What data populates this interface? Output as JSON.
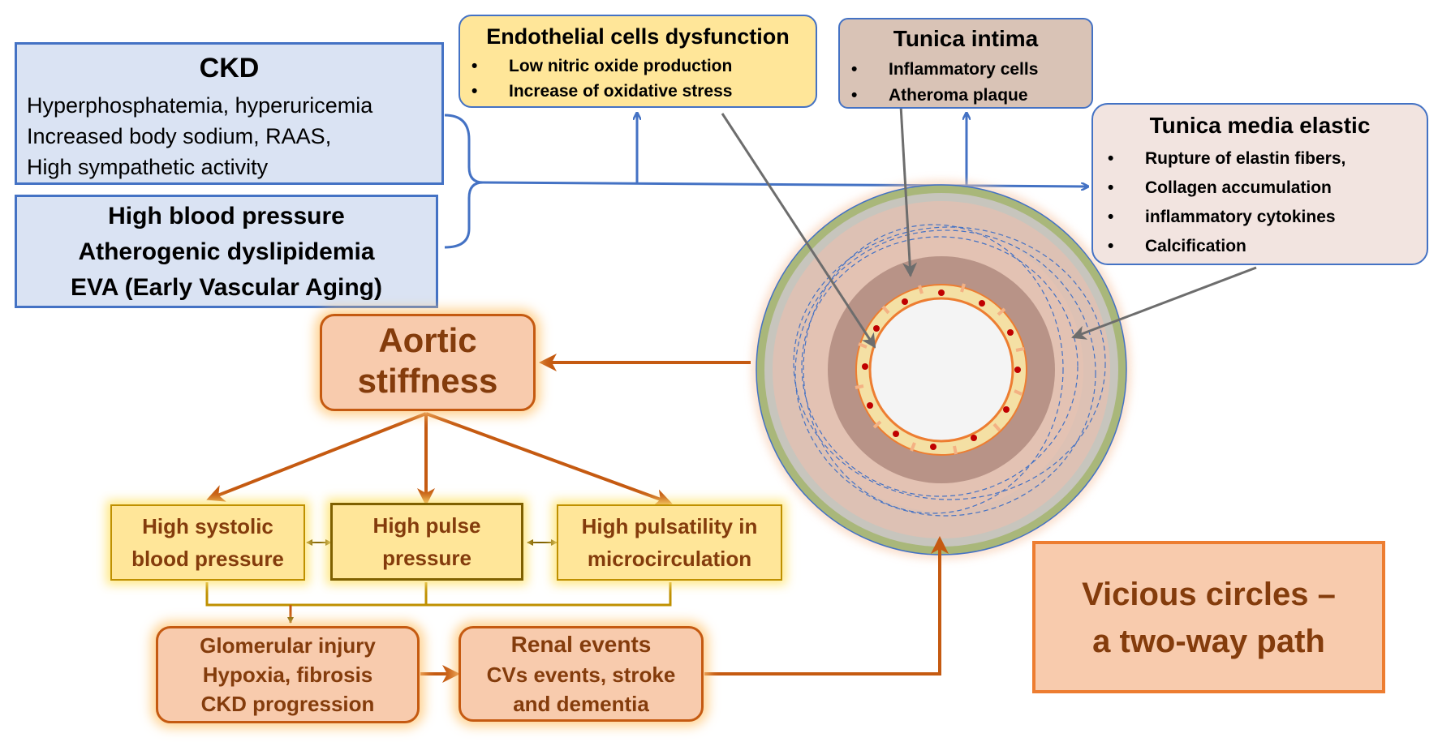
{
  "ckd_box": {
    "title": "CKD",
    "lines": [
      "Hyperphosphatemia, hyperuricemia",
      "Increased body sodium, RAAS,",
      "High sympathetic activity"
    ]
  },
  "risk_box": {
    "lines": [
      "High blood pressure",
      "Atherogenic dyslipidemia",
      "EVA (Early Vascular Aging)"
    ]
  },
  "endothelial_box": {
    "title": "Endothelial cells dysfunction",
    "bullets": [
      "Low nitric oxide production",
      "Increase of oxidative stress"
    ]
  },
  "intima_box": {
    "title": "Tunica intima",
    "bullets": [
      "Inflammatory cells",
      "Atheroma plaque"
    ]
  },
  "media_box": {
    "title": "Tunica media elastic",
    "bullets": [
      "Rupture of elastin fibers,",
      "Collagen accumulation",
      "inflammatory cytokines",
      "Calcification"
    ]
  },
  "aortic_box": {
    "lines": [
      "Aortic",
      "stiffness"
    ]
  },
  "effects": [
    {
      "lines": [
        "High systolic",
        "blood pressure"
      ]
    },
    {
      "lines": [
        "High pulse",
        "pressure"
      ]
    },
    {
      "lines": [
        "High pulsatility in",
        "microcirculation"
      ]
    }
  ],
  "glomerular_box": {
    "lines": [
      "Glomerular injury",
      "Hypoxia, fibrosis",
      "CKD progression"
    ]
  },
  "renal_box": {
    "lines": [
      "Renal events",
      "CVs events, stroke",
      "and dementia"
    ]
  },
  "vicious_box": {
    "lines": [
      "Vicious circles –",
      "a two-way path"
    ]
  },
  "colors": {
    "blue_border": "#4472c4",
    "blue_fill": "#dae3f3",
    "orange_border": "#c55a11",
    "orange_fill": "#f8cbad",
    "orange_text": "#843c0c",
    "yellow_fill": "#ffe699"
  }
}
